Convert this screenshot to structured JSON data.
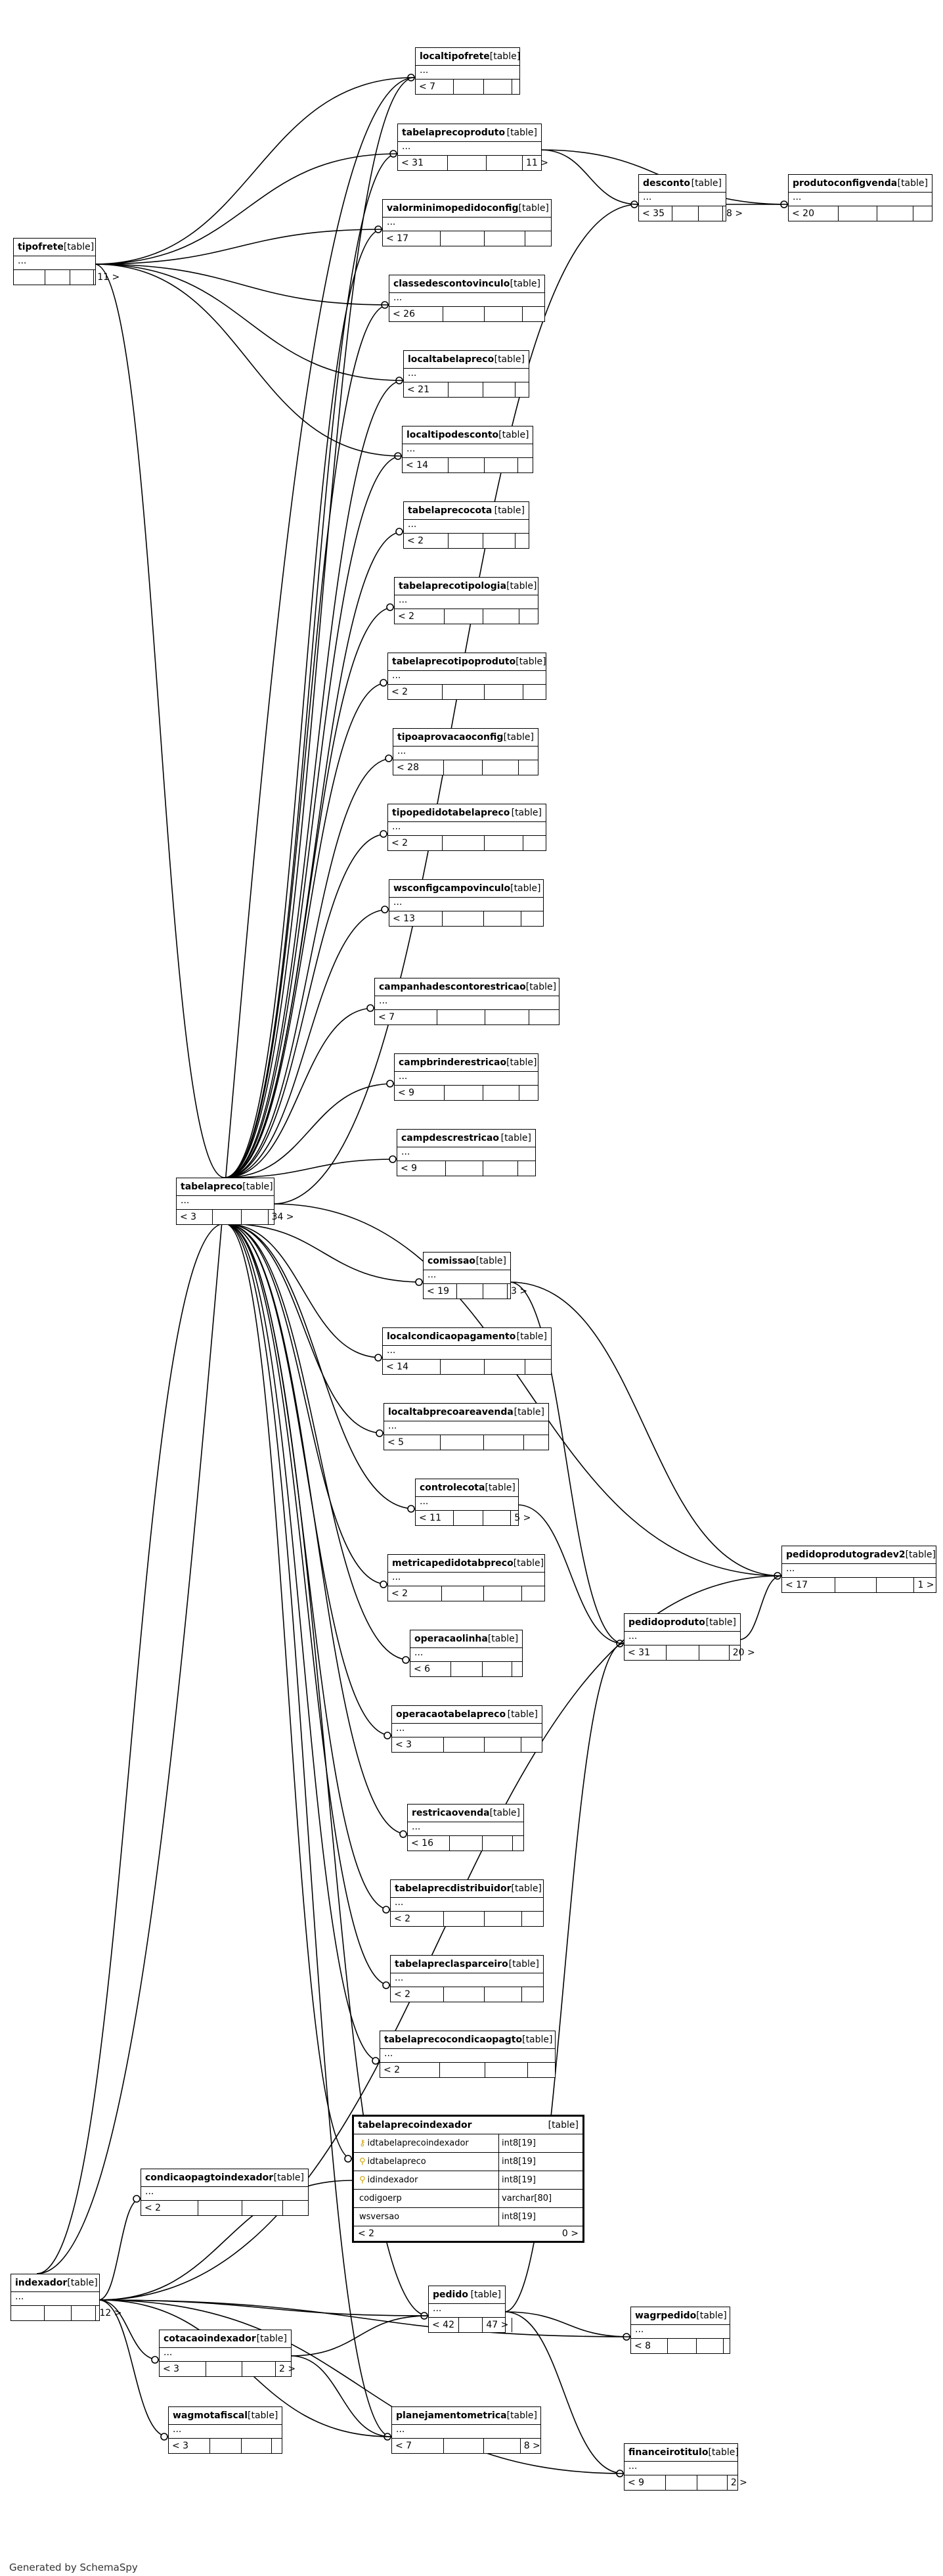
{
  "footer": "Generated by SchemaSpy",
  "table_tag": "[table]",
  "tables": {
    "localtipofrete": {
      "name": "localtipofrete",
      "dots": "...",
      "stats": [
        "< 7",
        "",
        "",
        ""
      ]
    },
    "tabelaprecoproduto": {
      "name": "tabelaprecoproduto",
      "dots": "...",
      "stats": [
        "< 31",
        "",
        "",
        "11 >"
      ]
    },
    "valorminimopedidoconfig": {
      "name": "valorminimopedidoconfig",
      "dots": "...",
      "stats": [
        "< 17",
        "",
        "",
        ""
      ]
    },
    "classedescontovinculo": {
      "name": "classedescontovinculo",
      "dots": "...",
      "stats": [
        "< 26",
        "",
        "",
        ""
      ]
    },
    "localtabelapreco": {
      "name": "localtabelapreco",
      "dots": "...",
      "stats": [
        "< 21",
        "",
        "",
        ""
      ]
    },
    "localtipodesconto": {
      "name": "localtipodesconto",
      "dots": "...",
      "stats": [
        "< 14",
        "",
        "",
        ""
      ]
    },
    "tabelaprecocota": {
      "name": "tabelaprecocota",
      "dots": "...",
      "stats": [
        "< 2",
        "",
        "",
        ""
      ]
    },
    "tabelaprecotipologia": {
      "name": "tabelaprecotipologia",
      "dots": "...",
      "stats": [
        "< 2",
        "",
        "",
        ""
      ]
    },
    "tabelaprecotipoproduto": {
      "name": "tabelaprecotipoproduto",
      "dots": "...",
      "stats": [
        "< 2",
        "",
        "",
        ""
      ]
    },
    "tipoaprovacaoconfig": {
      "name": "tipoaprovacaoconfig",
      "dots": "...",
      "stats": [
        "< 28",
        "",
        "",
        ""
      ]
    },
    "tipopedidotabelapreco": {
      "name": "tipopedidotabelapreco",
      "dots": "...",
      "stats": [
        "< 2",
        "",
        "",
        ""
      ]
    },
    "wsconfigcampovinculo": {
      "name": "wsconfigcampovinculo",
      "dots": "...",
      "stats": [
        "< 13",
        "",
        "",
        ""
      ]
    },
    "campanhadescontorestricao": {
      "name": "campanhadescontorestricao",
      "dots": "...",
      "stats": [
        "< 7",
        "",
        "",
        ""
      ]
    },
    "campbrinderestricao": {
      "name": "campbrinderestricao",
      "dots": "...",
      "stats": [
        "< 9",
        "",
        "",
        ""
      ]
    },
    "campdescrestricao": {
      "name": "campdescrestricao",
      "dots": "...",
      "stats": [
        "< 9",
        "",
        "",
        ""
      ]
    },
    "desconto": {
      "name": "desconto",
      "dots": "...",
      "stats": [
        "< 35",
        "",
        "",
        "8 >"
      ]
    },
    "produtoconfigvenda": {
      "name": "produtoconfigvenda",
      "dots": "...",
      "stats": [
        "< 20",
        "",
        "",
        ""
      ]
    },
    "tipofrete": {
      "name": "tipofrete",
      "dots": "...",
      "stats": [
        "",
        "",
        "",
        "11 >"
      ]
    },
    "tabelapreco": {
      "name": "tabelapreco",
      "dots": "...",
      "stats": [
        "< 3",
        "",
        "",
        "34 >"
      ]
    },
    "comissao": {
      "name": "comissao",
      "dots": "...",
      "stats": [
        "< 19",
        "",
        "",
        "3 >"
      ]
    },
    "localcondicaopagamento": {
      "name": "localcondicaopagamento",
      "dots": "...",
      "stats": [
        "< 14",
        "",
        "",
        ""
      ]
    },
    "localtabprecoareavenda": {
      "name": "localtabprecoareavenda",
      "dots": "...",
      "stats": [
        "< 5",
        "",
        "",
        ""
      ]
    },
    "controlecota": {
      "name": "controlecota",
      "dots": "...",
      "stats": [
        "< 11",
        "",
        "",
        "5 >"
      ]
    },
    "metricapedidotabpreco": {
      "name": "metricapedidotabpreco",
      "dots": "...",
      "stats": [
        "< 2",
        "",
        "",
        ""
      ]
    },
    "operacaolinha": {
      "name": "operacaolinha",
      "dots": "...",
      "stats": [
        "< 6",
        "",
        "",
        ""
      ]
    },
    "operacaotabelapreco": {
      "name": "operacaotabelapreco",
      "dots": "...",
      "stats": [
        "< 3",
        "",
        "",
        ""
      ]
    },
    "restricaovenda": {
      "name": "restricaovenda",
      "dots": "...",
      "stats": [
        "< 16",
        "",
        "",
        ""
      ]
    },
    "tabelaprecdistribuidor": {
      "name": "tabelaprecdistribuidor",
      "dots": "...",
      "stats": [
        "< 2",
        "",
        "",
        ""
      ]
    },
    "tabelapreclasparceiro": {
      "name": "tabelapreclasparceiro",
      "dots": "...",
      "stats": [
        "< 2",
        "",
        "",
        ""
      ]
    },
    "tabelaprecocondicaopagto": {
      "name": "tabelaprecocondicaopagto",
      "dots": "...",
      "stats": [
        "< 2",
        "",
        "",
        ""
      ]
    },
    "pedidoprodutogradev2": {
      "name": "pedidoprodutogradev2",
      "dots": "...",
      "stats": [
        "< 17",
        "",
        "",
        "1 >"
      ]
    },
    "pedidoproduto": {
      "name": "pedidoproduto",
      "dots": "...",
      "stats": [
        "< 31",
        "",
        "",
        "20 >"
      ]
    },
    "condicaopagtoindexador": {
      "name": "condicaopagtoindexador",
      "dots": "...",
      "stats": [
        "< 2",
        "",
        "",
        ""
      ]
    },
    "indexador": {
      "name": "indexador",
      "dots": "...",
      "stats": [
        "",
        "",
        "",
        "12 >"
      ]
    },
    "pedido": {
      "name": "pedido",
      "dots": "...",
      "stats": [
        "< 42",
        "",
        "47 >",
        ""
      ]
    },
    "wagrpedido": {
      "name": "wagrpedido",
      "dots": "...",
      "stats": [
        "< 8",
        "",
        "",
        ""
      ]
    },
    "cotacaoindexador": {
      "name": "cotacaoindexador",
      "dots": "...",
      "stats": [
        "< 3",
        "",
        "",
        "2 >"
      ]
    },
    "wagmotafiscal": {
      "name": "wagmotafiscal",
      "dots": "...",
      "stats": [
        "< 3",
        "",
        "",
        ""
      ]
    },
    "planejamentometrica": {
      "name": "planejamentometrica",
      "dots": "...",
      "stats": [
        "< 7",
        "",
        "",
        "8 >"
      ]
    },
    "financeirotitulo": {
      "name": "financeirotitulo",
      "dots": "...",
      "stats": [
        "< 9",
        "",
        "",
        "2 >"
      ]
    }
  },
  "focus_table": {
    "name": "tabelaprecoindexador",
    "tag": "[table]",
    "columns": [
      {
        "name": "idtabelaprecoindexador",
        "type": "int8[19]",
        "key": "pk"
      },
      {
        "name": "idtabelapreco",
        "type": "int8[19]",
        "key": "fk"
      },
      {
        "name": "idindexador",
        "type": "int8[19]",
        "key": "fk"
      },
      {
        "name": "codigoerp",
        "type": "varchar[80]",
        "key": ""
      },
      {
        "name": "wsversao",
        "type": "int8[19]",
        "key": ""
      }
    ],
    "stats": [
      "< 2",
      "0 >"
    ]
  }
}
